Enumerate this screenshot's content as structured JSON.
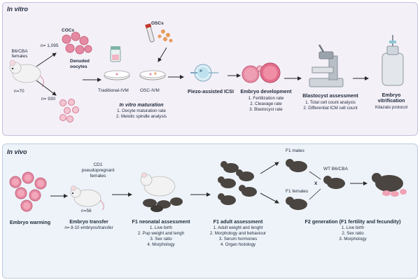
{
  "in_vitro": {
    "title": "In vitro",
    "mouse_strain": "B6/CBA\nfemales",
    "n_total": "n=70",
    "cocs": {
      "label": "COCs",
      "count": "n= 1,095"
    },
    "denuded": {
      "label": "Denuded\noocytes",
      "count": "n= 930"
    },
    "oscs_label": "OSCs",
    "ivm_traditional": "Traditional-IVM",
    "ivm_osc": "OSC-IVM",
    "maturation": {
      "title": "In vitro maturation",
      "items": [
        "1. Oocyte maturation rate",
        "2. Meiotic spindle analysis"
      ]
    },
    "icsi": "Piezo-assisted ICSI",
    "embryo_development": {
      "title": "Embryo development",
      "items": [
        "1. Fertilization rate",
        "2. Cleavage rate",
        "3. Blastocyst rate"
      ]
    },
    "blastocyst": {
      "title": "Blastocyst assessment",
      "items": [
        "1. Total cell count analysis",
        "2. Differential ICM cell count"
      ]
    },
    "vitrification": {
      "title": "Embryo\nvitrification",
      "sub": "Kitazato protocol"
    }
  },
  "in_vivo": {
    "title": "In vivo",
    "warming": "Embryo warming",
    "cd1": "CD1\npseudopregnant\nfemales",
    "n56": "n=56",
    "transfer": {
      "title": "Embryo transfer",
      "sub": "n= 8-10 embryos/transfer"
    },
    "neonatal": {
      "title": "F1 neonatal assessment",
      "items": [
        "1. Live birth",
        "2. Pup weight and lengh",
        "3. Sex ratio",
        "4. Morphology"
      ]
    },
    "adult": {
      "title": "F1 adult assessment",
      "items": [
        "1. Adult weight and lenght",
        "2. Morphology and behaviour",
        "3. Serum hormones",
        "4. Organ histology"
      ]
    },
    "males": "F1 males",
    "females": "F1 females",
    "cross": "X",
    "wt": "WT B6/CBA",
    "f2": {
      "title": "F2 generation (F1 fertility and fecundity)",
      "items": [
        "1. Live birth",
        "2. Sex ratio",
        "3. Morphology"
      ]
    }
  },
  "colors": {
    "vitro_bg": "#f4f0f8",
    "vivo_bg": "#eef3f9",
    "oocyte_pink": "#e58aa2",
    "mouse_dark": "#4a4540",
    "mouse_white": "#f2f2f2",
    "text": "#1e2a3a"
  }
}
